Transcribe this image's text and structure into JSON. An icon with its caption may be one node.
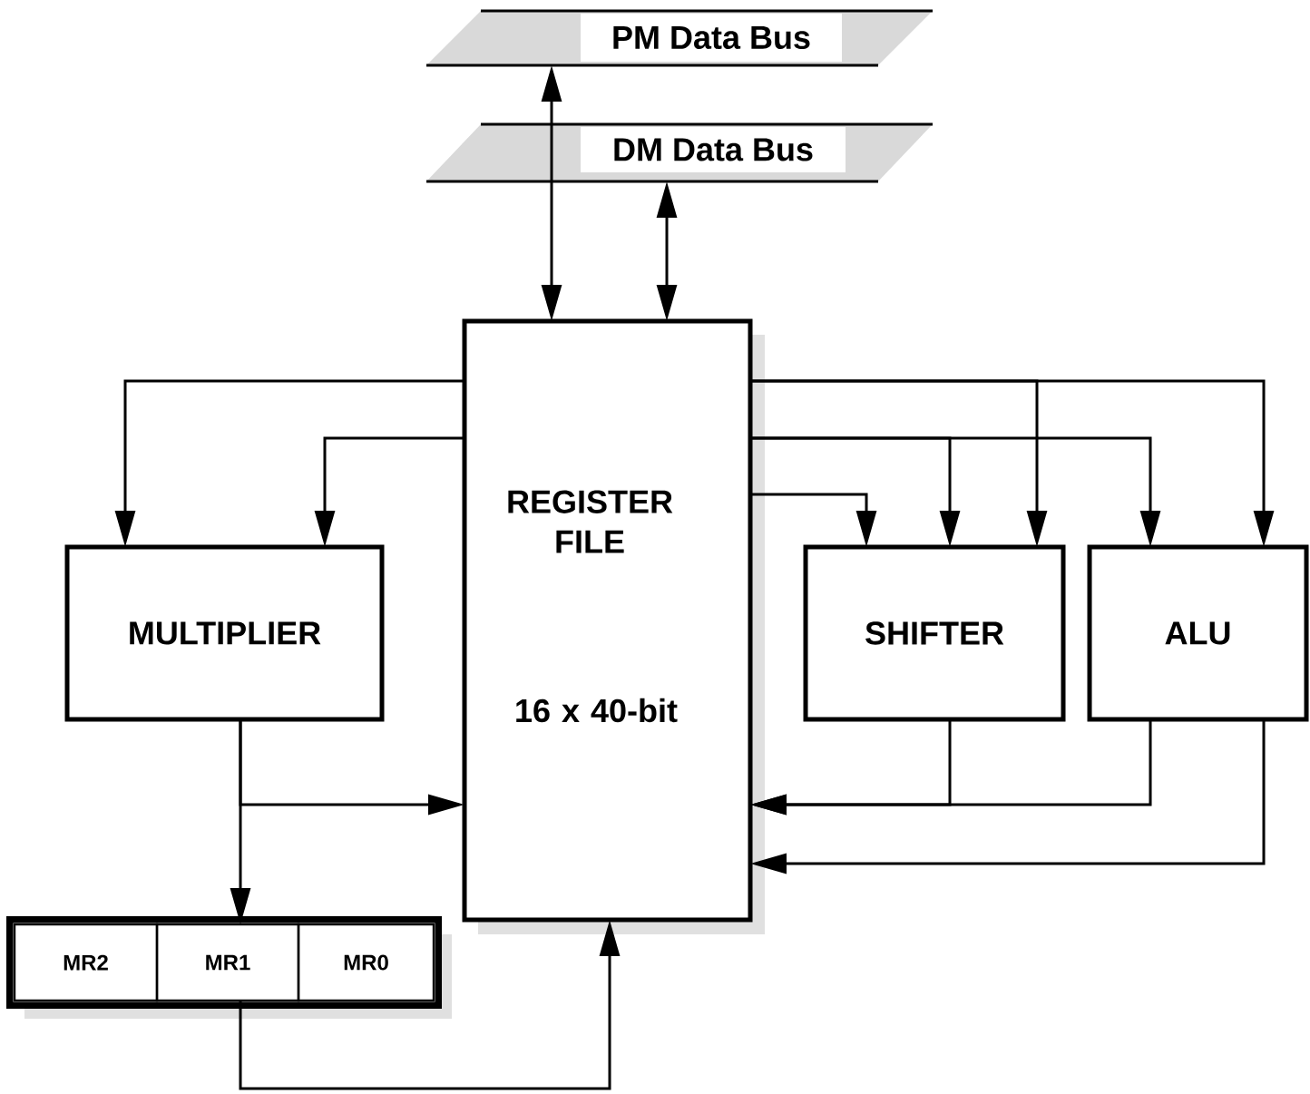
{
  "diagram": {
    "nodes": [
      {
        "text": [
          "PM Data Bus"
        ]
      },
      {
        "text": [
          "DM Data Bus"
        ]
      },
      {
        "text": [
          "REGISTER FILE",
          "16 x 40-bit"
        ]
      },
      {
        "text": [
          "MULTIPLIER"
        ]
      },
      {
        "text": [
          "SHIFTER"
        ]
      },
      {
        "text": [
          "ALU"
        ]
      },
      {
        "text": [],
        "shape": "box"
      },
      {
        "text": [
          "MR2"
        ],
        "in": 6
      },
      {
        "text": [
          "MR1"
        ],
        "in": 6
      },
      {
        "text": [
          "MR0"
        ],
        "in": 6
      }
    ],
    "edges": [
      {
        "from": 0,
        "to": 2,
        "arrow": "both"
      },
      {
        "from": 1,
        "to": 2,
        "arrow": "both"
      },
      {
        "from": 2,
        "to": 3,
        "arrow": "to"
      },
      {
        "from": 2,
        "to": 3,
        "arrow": "to"
      },
      {
        "from": 2,
        "to": 4,
        "arrow": "to"
      },
      {
        "from": 2,
        "to": 4,
        "arrow": "to"
      },
      {
        "from": 2,
        "to": 4,
        "arrow": "to"
      },
      {
        "from": 2,
        "to": 5,
        "arrow": "to"
      },
      {
        "from": 2,
        "to": 5,
        "arrow": "to"
      },
      {
        "from": 3,
        "to": 2,
        "arrow": "to"
      },
      {
        "from": 3,
        "to": 8,
        "arrow": "to"
      },
      {
        "from": 4,
        "to": 2,
        "arrow": "to"
      },
      {
        "from": 5,
        "to": 2,
        "arrow": "to"
      },
      {
        "from": 5,
        "to": 2,
        "arrow": "to"
      },
      {
        "from": 8,
        "to": 2,
        "arrow": "to"
      }
    ]
  }
}
